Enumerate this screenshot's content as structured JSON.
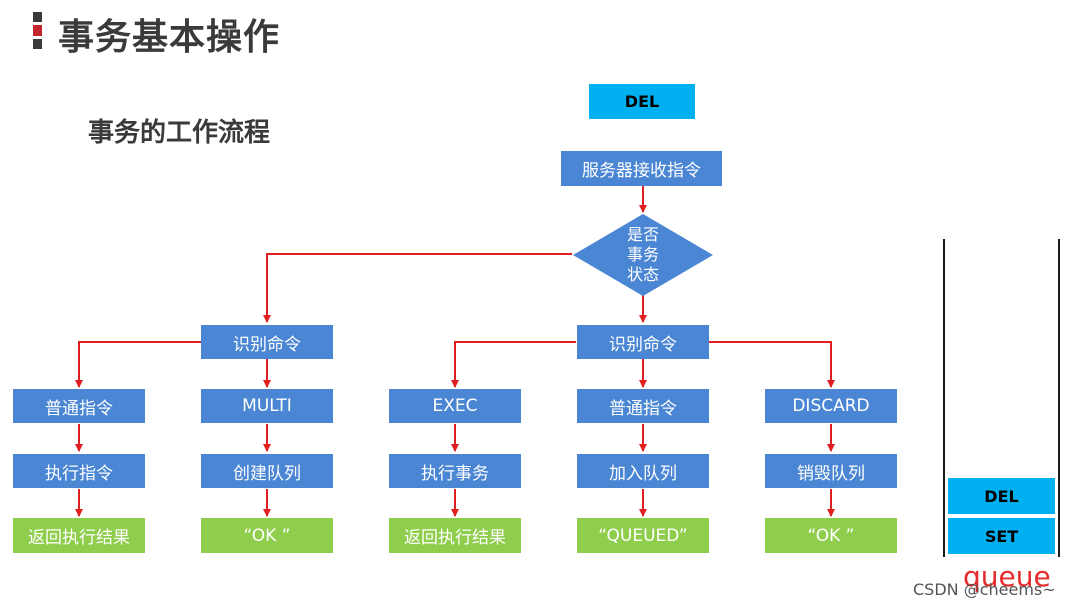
{
  "header": {
    "title": "事务基本操作",
    "bar_colors": [
      "#3a3a3a",
      "#c0262c",
      "#3a3a3a"
    ]
  },
  "subtitle": "事务的工作流程",
  "flow": {
    "top_command": "DEL",
    "receive": "服务器接收指令",
    "decision": [
      "是否",
      "事务",
      "状态"
    ],
    "identify_left": "识别命令",
    "identify_right": "识别命令",
    "col1": [
      "普通指令",
      "执行指令",
      "返回执行结果"
    ],
    "col2": [
      "MULTI",
      "创建队列",
      "“OK ”"
    ],
    "col3": [
      "EXEC",
      "执行事务",
      "返回执行结果"
    ],
    "col4": [
      "普通指令",
      "加入队列",
      "“QUEUED”"
    ],
    "col5": [
      "DISCARD",
      "销毁队列",
      "“OK ”"
    ]
  },
  "queue": {
    "label": "queue",
    "items": [
      "DEL",
      "SET"
    ]
  },
  "credit": "CSDN @cheems~",
  "colors": {
    "blue_box": "#4a86d4",
    "green_box": "#8fce4c",
    "cyan_box": "#00b0f0",
    "arrow": "#e02020",
    "queue_label": "#e52b2b"
  },
  "icons": {
    "arrow": "red-arrow-icon",
    "decision": "diamond-shape"
  }
}
